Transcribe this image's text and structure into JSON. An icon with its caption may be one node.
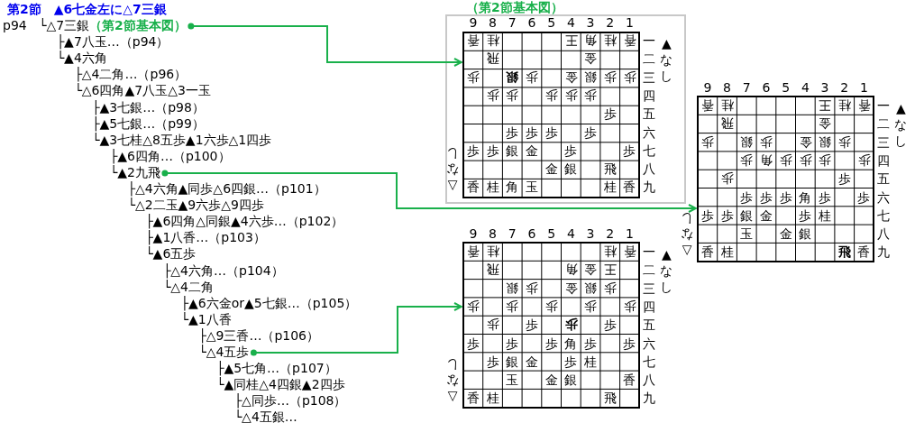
{
  "diagram": {
    "title": "第2節　▲6七金左に△7三銀",
    "nodes": [
      {
        "text": [
          "└△7三銀",
          "（第2節基本図）"
        ]
      },
      {
        "text": [
          "（第2節基本図）"
        ]
      },
      {
        "text": [
          "└▲2九飛"
        ]
      },
      {
        "text": [],
        "shape": "box"
      },
      {
        "text": [
          "└△4五歩"
        ]
      },
      {
        "text": [],
        "shape": "box"
      }
    ],
    "edges": [
      {
        "from": 0,
        "to": 1,
        "arrow": "to"
      },
      {
        "from": 2,
        "to": 3,
        "arrow": "to"
      },
      {
        "from": 4,
        "to": 5,
        "arrow": "to"
      }
    ],
    "labels": [
      "p94",
      "├▲7八玉…（p94）",
      "└▲4六角",
      "├△4二角…（p96）",
      "└△6四角▲7八玉△3一玉",
      "├▲3七銀…（p98）",
      "├▲5七銀…（p99）",
      "└▲3七桂△8五歩▲1六歩△1四歩",
      "├▲6四角…（p100）",
      "├△4六角▲同歩△6四銀…（p101）",
      "└△2二玉▲9六歩△9四歩",
      "├▲6四角△同銀▲4六歩…（p102）",
      "├▲1八香…（p103）",
      "└▲6五歩",
      "├△4六角…（p104）",
      "└△4二角",
      "├▲6六金or▲5七銀…（p105）",
      "└▲1八香",
      "├△9三香…（p106）",
      "├▲5七角…（p107）",
      "└▲同桂△4四銀▲2四歩",
      "├△同歩…（p108）",
      "└△4五銀…",
      "9",
      "8",
      "7",
      "6",
      "5",
      "4",
      "3",
      "2",
      "1",
      "香",
      "桂",
      "王",
      "角",
      "桂",
      "香",
      "一",
      "飛",
      "金",
      "二",
      "歩",
      "銀",
      "歩",
      "金",
      "銀",
      "歩",
      "歩",
      "三",
      "歩",
      "歩",
      "歩",
      "歩",
      "歩",
      "四",
      "歩",
      "五",
      "歩",
      "歩",
      "歩",
      "歩",
      "六",
      "歩",
      "歩",
      "銀",
      "金",
      "歩",
      "歩",
      "七",
      "金",
      "銀",
      "飛",
      "八",
      "香",
      "桂",
      "角",
      "玉",
      "桂",
      "香",
      "九",
      "▲なし",
      "△なし",
      "9",
      "8",
      "7",
      "6",
      "5",
      "4",
      "3",
      "2",
      "1",
      "香",
      "桂",
      "王",
      "桂",
      "香",
      "一",
      "飛",
      "金",
      "二",
      "歩",
      "銀",
      "歩",
      "金",
      "銀",
      "歩",
      "三",
      "歩",
      "角",
      "歩",
      "歩",
      "歩",
      "歩",
      "四",
      "歩",
      "歩",
      "五",
      "歩",
      "歩",
      "歩",
      "角",
      "歩",
      "歩",
      "六",
      "歩",
      "歩",
      "銀",
      "金",
      "歩",
      "桂",
      "七",
      "玉",
      "金",
      "銀",
      "八",
      "香",
      "桂",
      "飛",
      "香",
      "九",
      "▲なし",
      "△なし",
      "9",
      "8",
      "7",
      "6",
      "5",
      "4",
      "3",
      "2",
      "1",
      "香",
      "桂",
      "桂",
      "香",
      "一",
      "飛",
      "角",
      "金",
      "王",
      "二",
      "銀",
      "歩",
      "金",
      "銀",
      "歩",
      "三",
      "歩",
      "歩",
      "歩",
      "歩",
      "歩",
      "四",
      "歩",
      "歩",
      "歩",
      "歩",
      "五",
      "歩",
      "歩",
      "歩",
      "角",
      "歩",
      "歩",
      "六",
      "歩",
      "銀",
      "金",
      "歩",
      "桂",
      "七",
      "玉",
      "金",
      "銀",
      "香",
      "八",
      "香",
      "桂",
      "飛",
      "九",
      "▲なし",
      "△なし"
    ]
  }
}
